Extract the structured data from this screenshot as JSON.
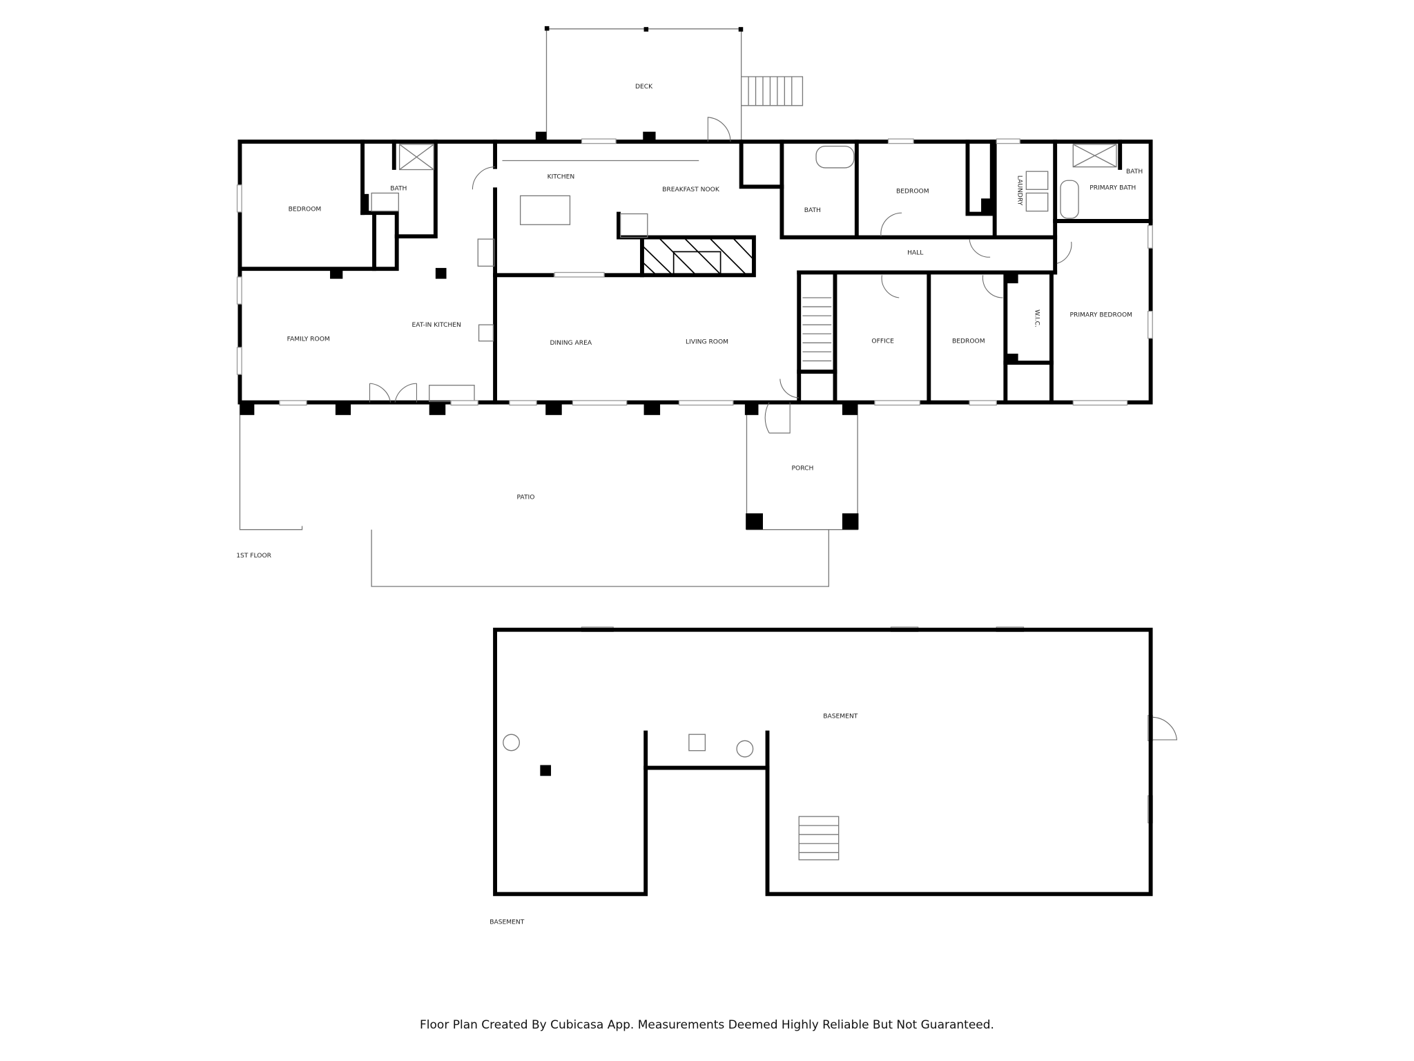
{
  "first_floor": {
    "label": "1ST FLOOR",
    "rooms": {
      "deck": "DECK",
      "bedroom_west": "BEDROOM",
      "bath_west": "BATH",
      "kitchen": "KITCHEN",
      "breakfast_nook": "BREAKFAST NOOK",
      "bath_center": "BATH",
      "bedroom_north": "BEDROOM",
      "laundry": "LAUNDRY",
      "primary_bath": "PRIMARY BATH",
      "bath_primary_wc": "BATH",
      "hall": "HALL",
      "family_room": "FAMILY ROOM",
      "eat_in_kitchen": "EAT-IN KITCHEN",
      "dining_area": "DINING AREA",
      "living_room": "LIVING ROOM",
      "office": "OFFICE",
      "bedroom_south": "BEDROOM",
      "wic": "W.I.C.",
      "primary_bedroom": "PRIMARY BEDROOM",
      "porch": "PORCH",
      "patio": "PATIO"
    }
  },
  "basement": {
    "label": "BASEMENT",
    "rooms": {
      "basement": "BASEMENT"
    }
  },
  "footer": "Floor Plan Created By Cubicasa App. Measurements Deemed Highly Reliable But Not Guaranteed."
}
